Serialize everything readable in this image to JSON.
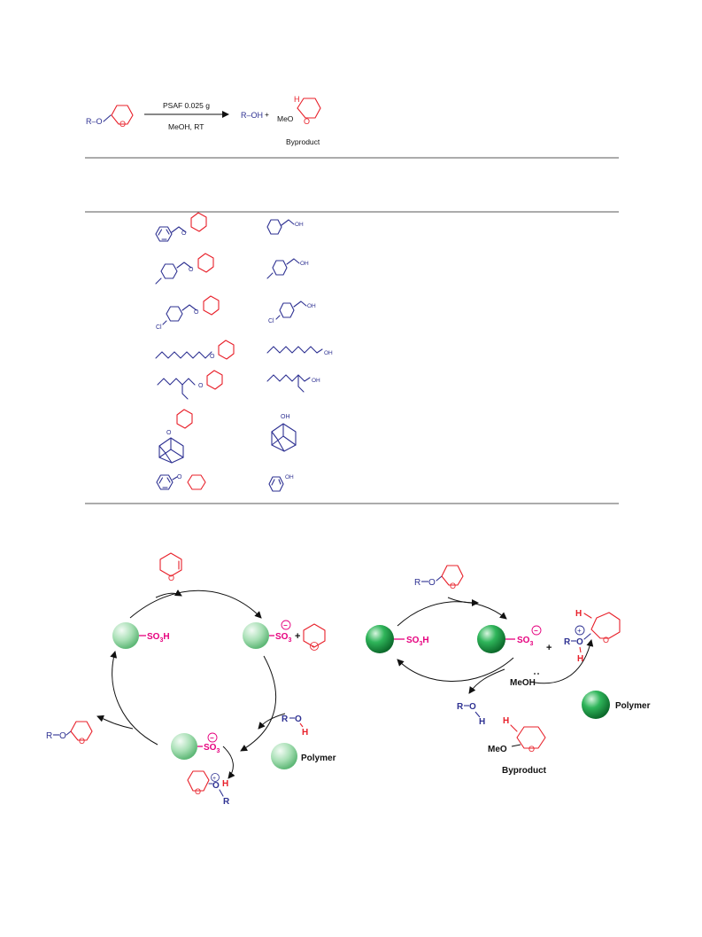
{
  "scheme": {
    "reactant_label": "R–O",
    "reagent": "PSAF 0.025 g",
    "conditions": "MeOH, RT",
    "product_label": "R–OH",
    "plus": "+",
    "meo_label": "MeO",
    "h_label": "H",
    "o_label": "O",
    "byproduct_label": "Byproduct"
  },
  "table": {
    "oh_label": "OH",
    "cl_label": "Cl",
    "o_label": "O"
  },
  "mechanism_left": {
    "so3h_label": "SO3H",
    "so3_label": "SO3",
    "plus": "+",
    "r_label": "R",
    "o_label": "O",
    "h_label": "H",
    "polymer_label": "Polymer",
    "charge_plus": "+",
    "charge_minus": "−"
  },
  "mechanism_right": {
    "so3h_label": "SO3H",
    "so3_label": "SO3",
    "plus": "+",
    "r_label": "R",
    "o_label": "O",
    "h_label": "H",
    "meoh_label": "MeOH",
    "meo_label": "MeO",
    "polymer_label": "Polymer",
    "byproduct_label": "Byproduct",
    "charge_plus": "+",
    "charge_minus": "−"
  },
  "colors": {
    "substrate_blue": "#2e3192",
    "thp_red": "#e8202a",
    "sulfonate_magenta": "#e6007e",
    "bead_light_green": "#9bdcaa",
    "bead_dark_green": "#1fa34a"
  }
}
